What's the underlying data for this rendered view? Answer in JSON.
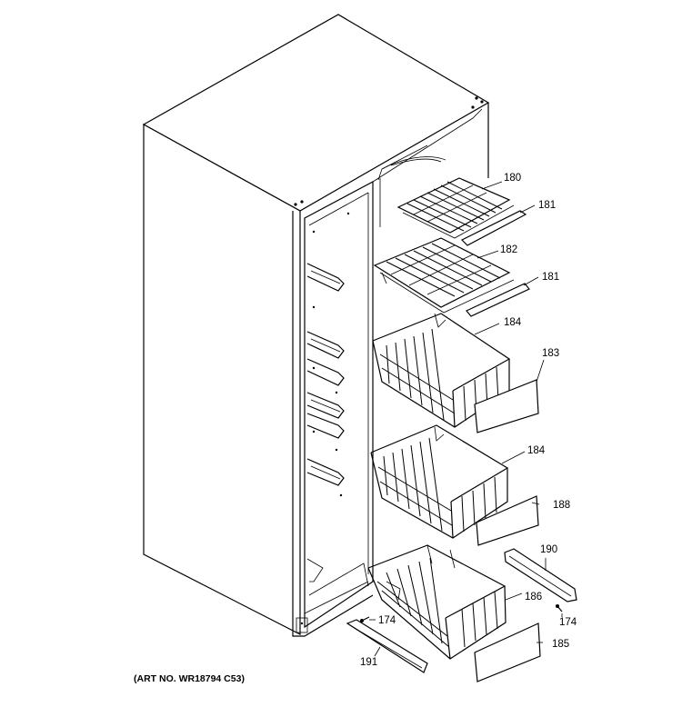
{
  "diagram": {
    "art_number": "(ART NO. WR18794 C53)",
    "callouts": [
      {
        "id": "c180",
        "label": "180"
      },
      {
        "id": "c181a",
        "label": "181"
      },
      {
        "id": "c182",
        "label": "182"
      },
      {
        "id": "c181b",
        "label": "181"
      },
      {
        "id": "c184a",
        "label": "184"
      },
      {
        "id": "c183",
        "label": "183"
      },
      {
        "id": "c184b",
        "label": "184"
      },
      {
        "id": "c188",
        "label": "188"
      },
      {
        "id": "c190",
        "label": "190"
      },
      {
        "id": "c186",
        "label": "186"
      },
      {
        "id": "c174a",
        "label": "174"
      },
      {
        "id": "c174b",
        "label": "174"
      },
      {
        "id": "c185",
        "label": "185"
      },
      {
        "id": "c191",
        "label": "191"
      }
    ]
  }
}
